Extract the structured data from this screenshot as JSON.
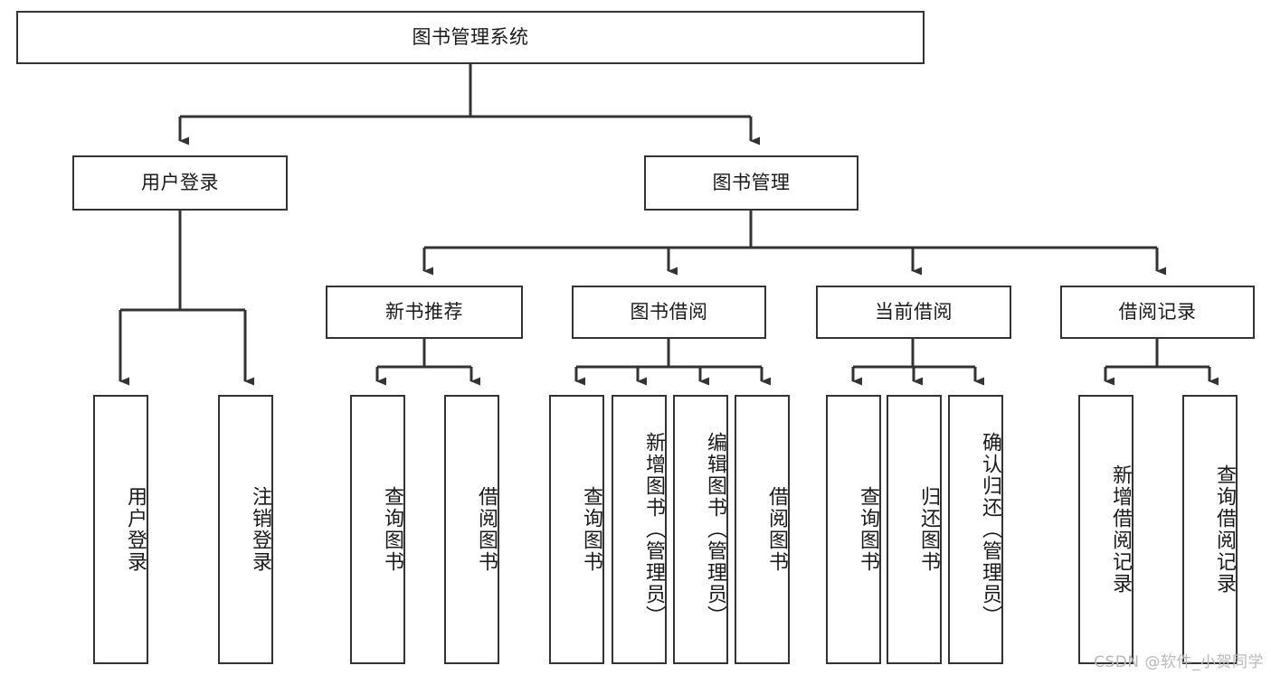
{
  "diagram": {
    "title": "图书管理系统",
    "type": "tree-hierarchy",
    "root": {
      "id": "root",
      "label": "图书管理系统"
    },
    "level2": [
      {
        "id": "user-login",
        "label": "用户登录"
      },
      {
        "id": "book-manage",
        "label": "图书管理"
      }
    ],
    "level3": [
      {
        "id": "new-book-recommend",
        "label": "新书推荐",
        "parent": "book-manage"
      },
      {
        "id": "book-borrow",
        "label": "图书借阅",
        "parent": "book-manage"
      },
      {
        "id": "current-borrow",
        "label": "当前借阅",
        "parent": "book-manage"
      },
      {
        "id": "borrow-record",
        "label": "借阅记录",
        "parent": "book-manage"
      }
    ],
    "leaves": [
      {
        "id": "leaf-user-login",
        "label": "用户登录",
        "parent": "user-login"
      },
      {
        "id": "leaf-user-logout",
        "label": "注销登录",
        "parent": "user-login"
      },
      {
        "id": "leaf-query-book-1",
        "label": "查询图书",
        "parent": "new-book-recommend"
      },
      {
        "id": "leaf-borrow-book-1",
        "label": "借阅图书",
        "parent": "new-book-recommend"
      },
      {
        "id": "leaf-query-book-2",
        "label": "查询图书",
        "parent": "book-borrow"
      },
      {
        "id": "leaf-add-book",
        "label": "新增图书（管理员）",
        "parent": "book-borrow"
      },
      {
        "id": "leaf-edit-book",
        "label": "编辑图书（管理员）",
        "parent": "book-borrow"
      },
      {
        "id": "leaf-borrow-book-2",
        "label": "借阅图书",
        "parent": "book-borrow"
      },
      {
        "id": "leaf-query-book-3",
        "label": "查询图书",
        "parent": "current-borrow"
      },
      {
        "id": "leaf-return-book",
        "label": "归还图书",
        "parent": "current-borrow"
      },
      {
        "id": "leaf-confirm-return",
        "label": "确认归还（管理员）",
        "parent": "current-borrow"
      },
      {
        "id": "leaf-add-record",
        "label": "新增借阅记录",
        "parent": "borrow-record"
      },
      {
        "id": "leaf-query-record",
        "label": "查询借阅记录",
        "parent": "borrow-record"
      }
    ]
  },
  "watermark": {
    "text": "CSDN @软件_小贺同学"
  },
  "colors": {
    "stroke": "#333333",
    "box_fill": "#ffffff",
    "text": "#1a1a1a",
    "watermark": "#b9b9b9",
    "background": "#ffffff"
  }
}
